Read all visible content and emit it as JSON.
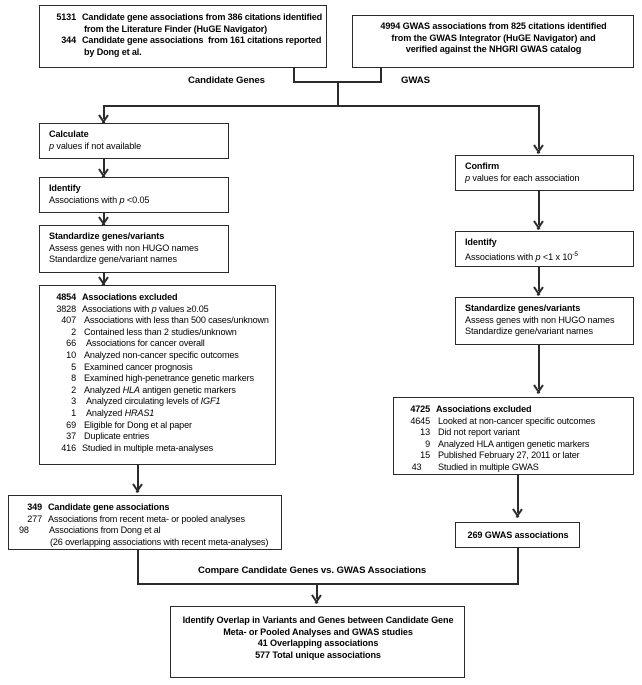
{
  "figure": {
    "type": "flowchart",
    "title": "Candidate gene and GWAS association selection flow"
  },
  "top_left_box": {
    "lines": [
      {
        "num": "5131",
        "text": "Candidate gene associations from 386 citations identified"
      },
      {
        "num": "",
        "text": "from the Literature Finder (HuGE Navigator)"
      },
      {
        "num": "344",
        "text": "Candidate gene associations  from 161 citations reported"
      },
      {
        "num": "",
        "text": "by Dong et al."
      }
    ]
  },
  "top_right_box": {
    "lines": [
      "4994 GWAS associations from 825 citations identified",
      "from the GWAS Integrator (HuGE Navigator) and",
      "verified against the NHGRI GWAS catalog"
    ]
  },
  "branch_labels": {
    "left": "Candidate Genes",
    "right": "GWAS"
  },
  "left_column": {
    "calculate": {
      "heading": "Calculate",
      "lines": [
        "p values if not available"
      ]
    },
    "identify": {
      "heading": "Identify",
      "lines": [
        "Associations with p <0.05"
      ]
    },
    "standardize": {
      "heading": "Standardize genes/variants",
      "lines": [
        "Assess genes with non HUGO names",
        "Standardize gene/variant names"
      ]
    },
    "excluded": {
      "heading_num": "4854",
      "heading_text": "Associations excluded",
      "rows": [
        {
          "num": "3828",
          "text": "Associations with p values ≥0.05"
        },
        {
          "num": "407",
          "text": "Associations with less than 500 cases/unknown"
        },
        {
          "num": "2",
          "text": "Contained less than 2 studies/unknown"
        },
        {
          "num": "66",
          "text": "Associations for cancer overall"
        },
        {
          "num": "10",
          "text": "Analyzed non-cancer specific outcomes"
        },
        {
          "num": "5",
          "text": "Examined cancer prognosis"
        },
        {
          "num": "8",
          "text": "Examined high-penetrance genetic markers"
        },
        {
          "num": "2",
          "text": "Analyzed HLA antigen genetic markers"
        },
        {
          "num": "3",
          "text": "Analyzed circulating levels of IGF1"
        },
        {
          "num": "1",
          "text": "Analyzed HRAS1"
        },
        {
          "num": "69",
          "text": "Eligible for Dong et al paper"
        },
        {
          "num": "37",
          "text": "Duplicate entries"
        },
        {
          "num": "416",
          "text": "Studied in multiple meta-analyses"
        }
      ]
    },
    "result": {
      "heading_num": "349",
      "heading_text": "Candidate gene associations",
      "rows": [
        {
          "num": "277",
          "text": "Associations from recent meta- or pooled analyses"
        },
        {
          "num": "98",
          "text": "Associations from Dong et al"
        },
        {
          "num": "",
          "text": "(26 overlapping associations with recent meta-analyses)"
        }
      ]
    }
  },
  "right_column": {
    "confirm": {
      "heading": "Confirm",
      "lines": [
        "p values for each association"
      ]
    },
    "identify": {
      "heading": "Identify",
      "lines": [
        "Associations with p <1 x 10-5"
      ],
      "line_parts": {
        "prefix": "Associations with ",
        "p": "p",
        "mid": " <1 x 10",
        "sup": "-5"
      }
    },
    "standardize": {
      "heading": "Standardize genes/variants",
      "lines": [
        "Assess genes with non HUGO names",
        "Standardize gene/variant names"
      ]
    },
    "excluded": {
      "heading_num": "4725",
      "heading_text": "Associations excluded",
      "rows": [
        {
          "num": "4645",
          "text": "Looked at non-cancer specific outcomes"
        },
        {
          "num": "13",
          "text": "Did not report variant"
        },
        {
          "num": "9",
          "text": "Analyzed HLA antigen genetic markers"
        },
        {
          "num": "15",
          "text": "Published February 27, 2011 or later"
        },
        {
          "num": "43",
          "text": "Studied in multiple GWAS"
        }
      ]
    },
    "result": {
      "text": "269 GWAS associations"
    }
  },
  "compare_label": "Compare Candidate Genes vs. GWAS Associations",
  "final_box": {
    "lines": [
      "Identify Overlap in Variants and Genes between Candidate Gene",
      "Meta- or Pooled Analyses and GWAS studies",
      "41 Overlapping associations",
      "577 Total unique associations"
    ]
  },
  "colors": {
    "stroke": "#2b2b2b",
    "background": "#ffffff",
    "text": "#000000"
  }
}
